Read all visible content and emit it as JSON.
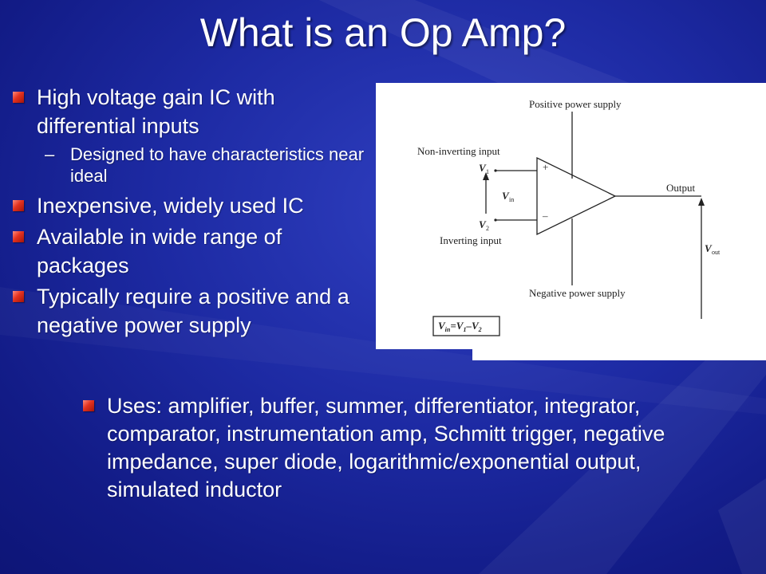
{
  "slide": {
    "title": "What is an Op Amp?",
    "bullets": [
      {
        "text": "High voltage gain IC with differential inputs",
        "sub": [
          "Designed to have characteristics near ideal"
        ]
      },
      {
        "text": "Inexpensive, widely used IC"
      },
      {
        "text": "Available in wide range of packages"
      },
      {
        "text": "Typically require a positive and a negative power supply"
      }
    ],
    "uses": "Uses: amplifier, buffer, summer, differentiator, integrator, comparator, instrumentation amp, Schmitt trigger, negative impedance, super diode, logarithmic/exponential output, simulated inductor",
    "sub_dash": "–"
  },
  "diagram": {
    "positive_supply": "Positive power supply",
    "negative_supply": "Negative power supply",
    "noninverting_input": "Non-inverting input",
    "inverting_input": "Inverting input",
    "output": "Output",
    "plus_sign": "+",
    "minus_sign": "–",
    "v1": "V",
    "v1_sub": "1",
    "v2": "V",
    "v2_sub": "2",
    "vin": "V",
    "vin_sub": "in",
    "vout": "V",
    "vout_sub": "out",
    "formula_lhs": "V",
    "formula_lhs_sub": "in",
    "formula_eq": "=V",
    "formula_v1_sub": "1",
    "formula_mid": "–V",
    "formula_v2_sub": "2"
  },
  "colors": {
    "accent": "#e3321f",
    "background": "#1d2aa3",
    "text": "#ffffff"
  },
  "icons": {
    "bullet": "red-square-bullet-icon"
  }
}
